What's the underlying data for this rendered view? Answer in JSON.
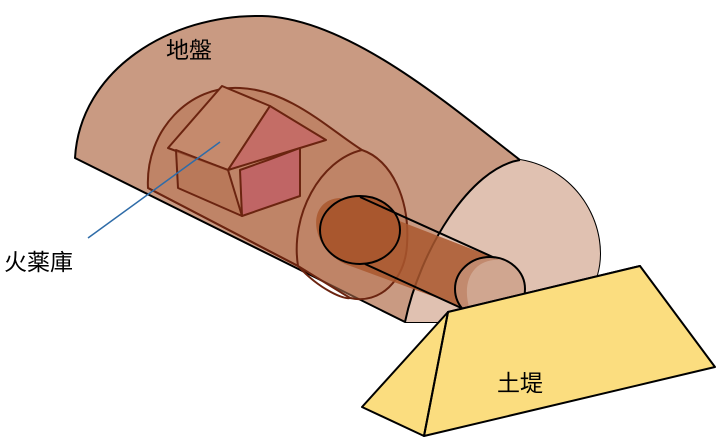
{
  "labels": {
    "ground": "地盤",
    "magazine": "火薬庫",
    "embankment": "土堤"
  },
  "colors": {
    "ground_fill": "#c99a82",
    "ground_end_face": "#e0c1b1",
    "chamber_fill": "#b67252",
    "tunnel_fill": "#a9572e",
    "house_roof_left": "#c58a6d",
    "house_roof_right": "#c46d66",
    "house_wall": "#c06565",
    "embankment_fill": "#fbdd7f",
    "outline": "#000000",
    "inner_outline": "#6b2410",
    "leader_line": "#2f6ca8"
  }
}
